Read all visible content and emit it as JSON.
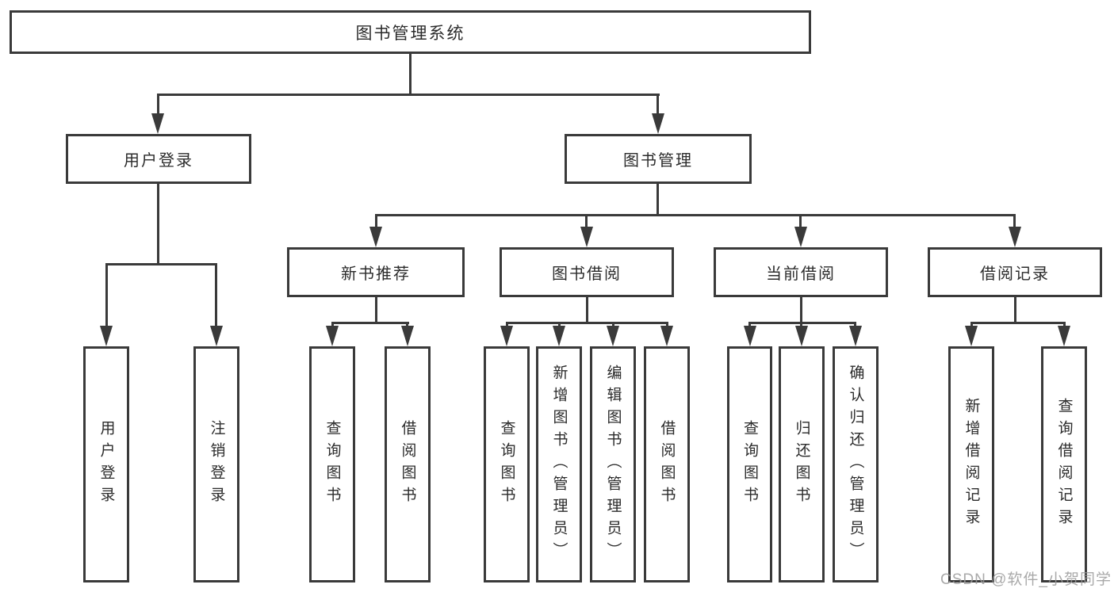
{
  "diagram_type": "hierarchy",
  "watermark": "CSDN @软件_小贺同学",
  "colors": {
    "line": "#3a3a3a",
    "text": "#2b2b2b",
    "watermark": "#9b9b9b",
    "background": "#ffffff"
  },
  "tree": {
    "label": "图书管理系统",
    "children": [
      {
        "label": "用户登录",
        "children": [
          {
            "label": "用户登录"
          },
          {
            "label": "注销登录"
          }
        ]
      },
      {
        "label": "图书管理",
        "children": [
          {
            "label": "新书推荐",
            "children": [
              {
                "label": "查询图书"
              },
              {
                "label": "借阅图书"
              }
            ]
          },
          {
            "label": "图书借阅",
            "children": [
              {
                "label": "查询图书"
              },
              {
                "label": "新增图书（管理员）"
              },
              {
                "label": "编辑图书（管理员）"
              },
              {
                "label": "借阅图书"
              }
            ]
          },
          {
            "label": "当前借阅",
            "children": [
              {
                "label": "查询图书"
              },
              {
                "label": "归还图书"
              },
              {
                "label": "确认归还（管理员）"
              }
            ]
          },
          {
            "label": "借阅记录",
            "children": [
              {
                "label": "新增借阅记录"
              },
              {
                "label": "查询借阅记录"
              }
            ]
          }
        ]
      }
    ]
  }
}
